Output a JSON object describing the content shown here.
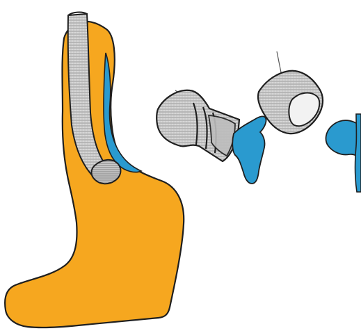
{
  "diagram": {
    "subject": "esophageal-stent-and-stomach",
    "colors": {
      "stomach_fill": "#F6A71F",
      "outline": "#1f1f1f",
      "stent_fill": "#D7D7D7",
      "stent_texture": "#8a8a8a",
      "blue_tissue": "#2A9ACF",
      "background": "#FFFFFF"
    },
    "parts": [
      "stomach-body",
      "esophagus-wall",
      "stent-tube",
      "stent-collar",
      "angled-stent-segment",
      "stent-cap-blue",
      "floating-stent-sleeve",
      "blue-cap-right",
      "thin-guide-wire"
    ]
  }
}
